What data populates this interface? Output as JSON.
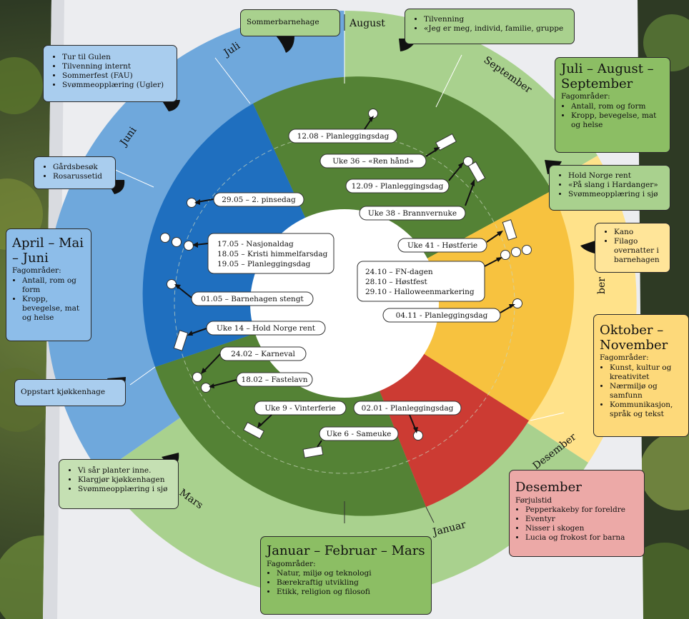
{
  "months": {
    "januar": "Januar",
    "mars": "Mars",
    "juni": "Juni",
    "juli": "Juli",
    "august": "August",
    "september": "September",
    "oktober_partial": "ber",
    "desember": "Desember"
  },
  "events": {
    "e1": "12.08 - Planleggingsdag",
    "e2": "Uke 36 – «Ren hånd»",
    "e3": "12.09 - Planleggingsdag",
    "e4": "Uke 38 - Brannvernuke",
    "e5": "Uke 41 - Høstferie",
    "e6": "24.10 – FN-dagen",
    "e7": "28.10 – Høstfest",
    "e8": "29.10 - Halloweenmarkering",
    "e9": "04.11 - Planleggingsdag",
    "e10": "29.05 – 2. pinsedag",
    "e11": "17.05 - Nasjonaldag",
    "e12": "18.05 – Kristi himmelfarsdag",
    "e13": "19.05 – Planleggingsdag",
    "e14": "01.05 – Barnehagen stengt",
    "e15": "Uke 14 – Hold Norge rent",
    "e16": "24.02 – Karneval",
    "e17": "18.02 – Fastelavn",
    "e18": "Uke 9 - Vinterferie",
    "e19": "02.01 - Planleggingsdag",
    "e20": "Uke 6 - Sameuke"
  },
  "boxes": {
    "sommerbarnehage": "Sommerbarnehage",
    "tilvenning": [
      "Tilvenning",
      "«Jeg er meg, individ, familie, gruppe"
    ],
    "juni_list": [
      "Tur til Gulen",
      "Tilvenning internt",
      "Sommerfest (FAU)",
      "Svømmeopplæring (Ugler)"
    ],
    "gard": [
      "Gårdsbesøk",
      "Rosarussetid"
    ],
    "jas_title": "Juli – August – September",
    "jas_sub": "Fagområder:",
    "jas_items": [
      "Antall, rom og form",
      "Kropp, bevegelse, mat og helse"
    ],
    "hold": [
      "Hold Norge rent",
      "«På slang i Hardanger»",
      "Svømmeopplæring i sjø"
    ],
    "kano": [
      "Kano",
      "Filago overnatter i barnehagen"
    ],
    "amj_title": "April – Mai – Juni",
    "amj_sub": "Fagområder:",
    "amj_items": [
      "Antall, rom og form",
      "Kropp, bevegelse, mat og helse"
    ],
    "on_title": "Oktober – November",
    "on_sub": "Fagområder:",
    "on_items": [
      "Kunst, kultur og kreativitet",
      "Nærmiljø og samfunn",
      "Kommunikasjon, språk og tekst"
    ],
    "oppstart": "Oppstart kjøkkenhage",
    "planter": [
      "Vi sår planter inne.",
      "Klargjør kjøkkenhagen",
      "Svømmeopplæring i sjø"
    ],
    "des_title": "Desember",
    "des_sub": "Førjulstid",
    "des_items": [
      "Pepperkakeby for foreldre",
      "Eventyr",
      "Nisser i skogen",
      "Lucia og frokost for barna"
    ],
    "jfm_title": "Januar – Februar – Mars",
    "jfm_sub": "Fagområder:",
    "jfm_items": [
      "Natur, miljø og teknologi",
      "Bærekraftig utvikling",
      "Etikk, religion og filosofi"
    ]
  },
  "colors": {
    "summer_dark": "#548235",
    "summer_light": "#a9d18e",
    "spring_dark": "#1f6fbf",
    "spring_light": "#6fa8dc",
    "autumn": "#f7c23f",
    "autumn_light": "#ffe28a",
    "winter_red": "#cc3b33",
    "winter_green": "#548235",
    "winter_light": "#a9d18e"
  }
}
